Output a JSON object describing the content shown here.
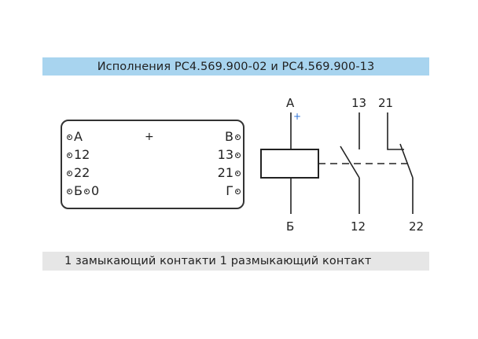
{
  "header": {
    "title": "Исполнения РС4.569.900-02 и РС4.569.900-13"
  },
  "footer": {
    "caption": "1 замыкающий контакти 1 размыкающий контакт"
  },
  "panel": {
    "plus": "+",
    "left_terminals": [
      "A",
      "12",
      "22",
      "Б",
      "0"
    ],
    "right_terminals": [
      "B",
      "13",
      "21",
      "Г"
    ]
  },
  "schematic": {
    "coil_top_label": "A",
    "coil_plus": "+",
    "coil_bottom_label": "Б",
    "contact_top_labels": [
      "13",
      "21"
    ],
    "contact_bottom_labels": [
      "12",
      "22"
    ]
  },
  "colors": {
    "banner_top": "#a8d4ef",
    "banner_bottom": "#e6e6e6",
    "plus_mark": "#2a6fd6"
  }
}
